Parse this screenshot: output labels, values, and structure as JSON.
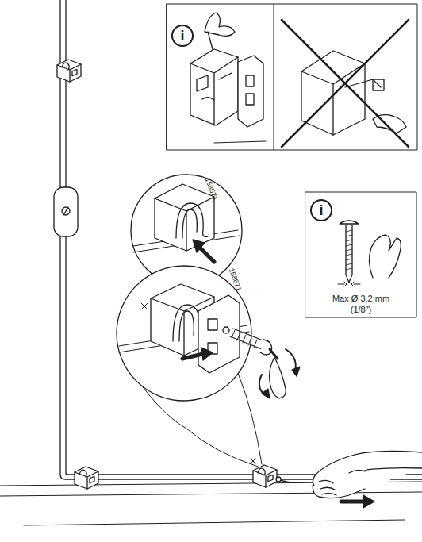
{
  "diagram": {
    "labels": [
      "i",
      "158671",
      "i",
      "158671",
      "Max Ø 3.2 mm",
      "(1/8\")"
    ]
  }
}
